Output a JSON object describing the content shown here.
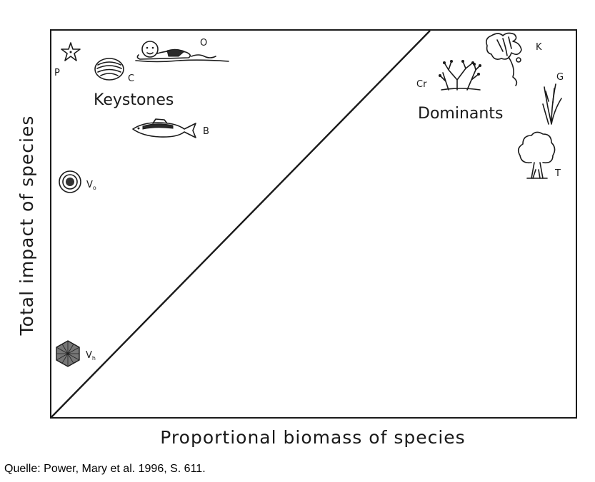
{
  "figure": {
    "x_axis_label": "Proportional biomass of species",
    "y_axis_label": "Total impact of species",
    "groups": {
      "keystones": "Keystones",
      "dominants": "Dominants"
    },
    "species": [
      {
        "id": "P",
        "label": "P",
        "sub": "",
        "icon": "starfish-icon"
      },
      {
        "id": "C",
        "label": "C",
        "sub": "",
        "icon": "clam-icon"
      },
      {
        "id": "O",
        "label": "O",
        "sub": "",
        "icon": "sea-otter-icon"
      },
      {
        "id": "B",
        "label": "B",
        "sub": "",
        "icon": "fish-icon"
      },
      {
        "id": "Vo",
        "label": "V",
        "sub": "o",
        "icon": "virus-particle-icon"
      },
      {
        "id": "Vh",
        "label": "V",
        "sub": "h",
        "icon": "virus-capsid-icon"
      },
      {
        "id": "Cr",
        "label": "Cr",
        "sub": "",
        "icon": "coral-icon"
      },
      {
        "id": "K",
        "label": "K",
        "sub": "",
        "icon": "kelp-icon"
      },
      {
        "id": "G",
        "label": "G",
        "sub": "",
        "icon": "grass-icon"
      },
      {
        "id": "T",
        "label": "T",
        "sub": "",
        "icon": "tree-icon"
      }
    ]
  },
  "caption": "Quelle: Power, Mary et al. 1996, S. 611."
}
